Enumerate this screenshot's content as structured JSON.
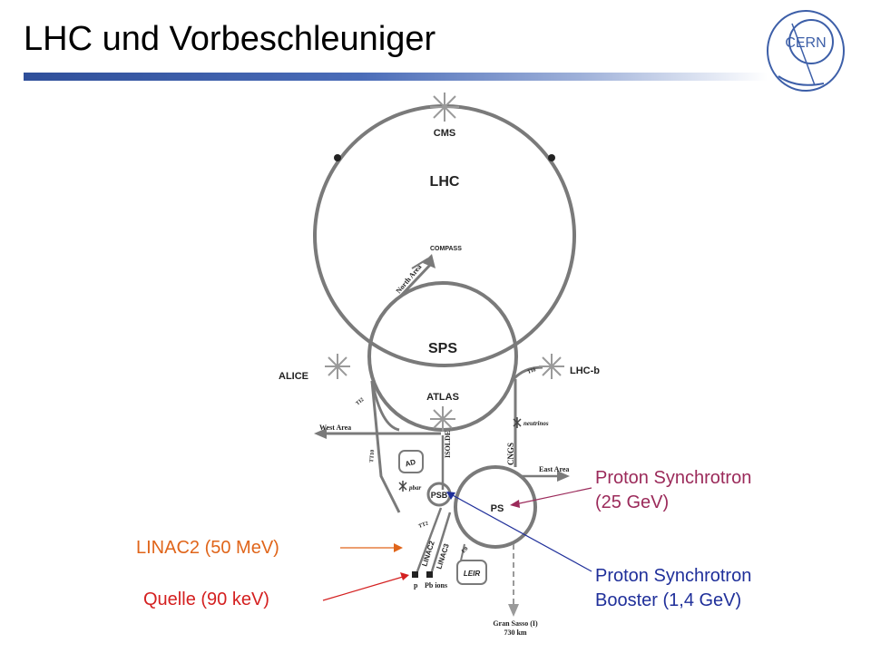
{
  "slide": {
    "title": "LHC und Vorbeschleuniger",
    "logo_text": "CERN"
  },
  "diagram": {
    "rings": {
      "lhc": "LHC",
      "sps": "SPS",
      "ps": "PS",
      "psb": "PSB",
      "leir": "LEIR",
      "ad": "AD"
    },
    "experiments": {
      "cms": "CMS",
      "alice": "ALICE",
      "atlas": "ATLAS",
      "lhcb": "LHC-b",
      "compass": "COMPASS"
    },
    "areas": {
      "north": "North Area",
      "west": "West Area",
      "east": "East Area",
      "isolde": "ISOLDE",
      "cngs": "CNGS",
      "neutrinos": "neutrinos",
      "pbar": "pbar",
      "gran_sasso": "Gran Sasso (I)",
      "gran_sasso_distance": "730 km"
    },
    "linacs": {
      "linac2": "LINAC2",
      "linac3": "LINAC3",
      "p": "p",
      "pb": "Pb ions"
    },
    "transfer_lines": {
      "ti2": "TI2",
      "ti8": "TI8",
      "tt10": "TT10",
      "tt2": "TT2",
      "e0": "E0"
    }
  },
  "annotations": {
    "ps_line1": "Proton Synchrotron",
    "ps_line2": "(25 GeV)",
    "psb_line1": "Proton Synchrotron",
    "psb_line2": "Booster (1,4 GeV)",
    "linac2": "LINAC2 (50 MeV)",
    "source": "Quelle (90 keV)"
  },
  "colors": {
    "ps_annotation": "#9b2a5a",
    "psb_annotation": "#1f2f9a",
    "linac_annotation": "#e0651a",
    "source_annotation": "#d42020",
    "title_bar": "#2f4f9a",
    "ring_line": "#7a7a7a"
  }
}
